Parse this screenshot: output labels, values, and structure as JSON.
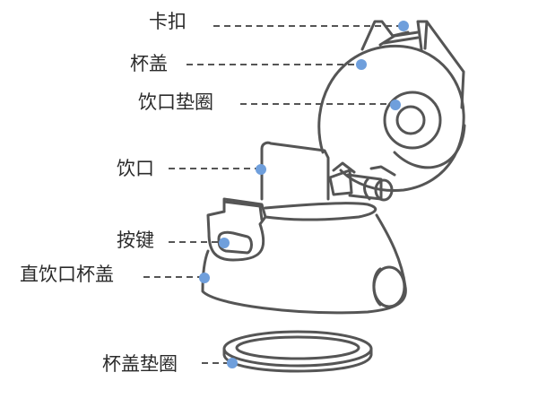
{
  "diagram": {
    "subject": "Straight-drink bottle lid exploded view",
    "colors": {
      "outline": "#555555",
      "leader_line": "#555555",
      "marker": "#6f9fdc",
      "label_text": "#2b2b2b",
      "background": "#ffffff"
    },
    "labels": [
      {
        "id": "clasp",
        "text": "卡扣"
      },
      {
        "id": "cup-lid",
        "text": "杯盖"
      },
      {
        "id": "mouthpiece-gasket",
        "text": "饮口垫圈"
      },
      {
        "id": "mouthpiece",
        "text": "饮口"
      },
      {
        "id": "button",
        "text": "按键"
      },
      {
        "id": "straight-drink-lid",
        "text": "直饮口杯盖"
      },
      {
        "id": "lid-gasket",
        "text": "杯盖垫圈"
      }
    ]
  }
}
